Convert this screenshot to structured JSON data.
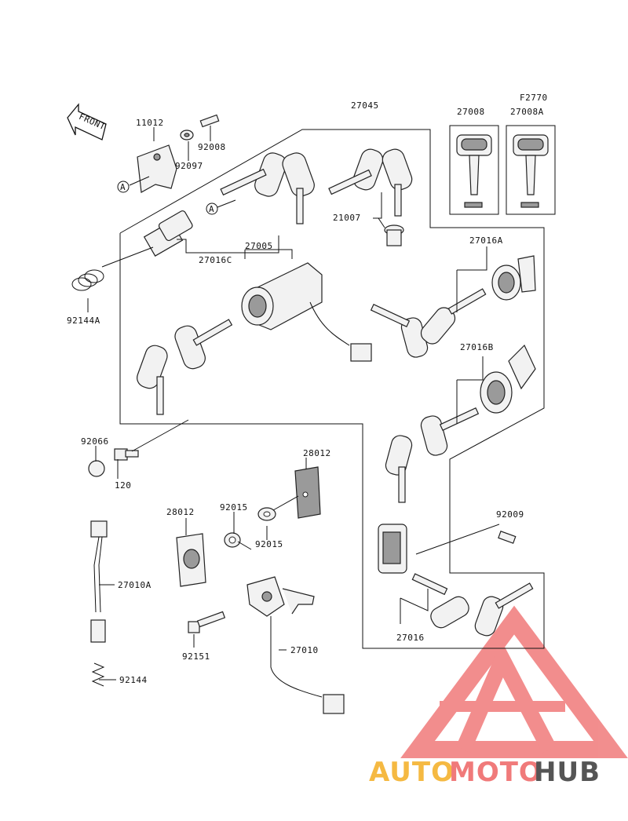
{
  "figure_code": "F2770",
  "front_label": "FRONT",
  "ref_marker": "A",
  "callouts": {
    "c27045": "27045",
    "c27008": "27008",
    "c27008A": "27008A",
    "c11012": "11012",
    "c92008": "92008",
    "c92097": "92097",
    "c21007": "21007",
    "c27016A": "27016A",
    "c27005": "27005",
    "c27016C": "27016C",
    "c92144A": "92144A",
    "c27016B": "27016B",
    "c92066": "92066",
    "c120": "120",
    "c28012a": "28012",
    "c92015a": "92015",
    "c28012b": "28012",
    "c92015b": "92015",
    "c92009": "92009",
    "c27010A": "27010A",
    "c92151": "92151",
    "c27010": "27010",
    "c27016": "27016",
    "c92144": "92144"
  },
  "watermark": {
    "part1": "AUTO",
    "part2": "MOTO",
    "part3": "HUB",
    "color_main": "#f07a7a",
    "color_accent": "#f5b942",
    "color_dark": "#555555"
  }
}
